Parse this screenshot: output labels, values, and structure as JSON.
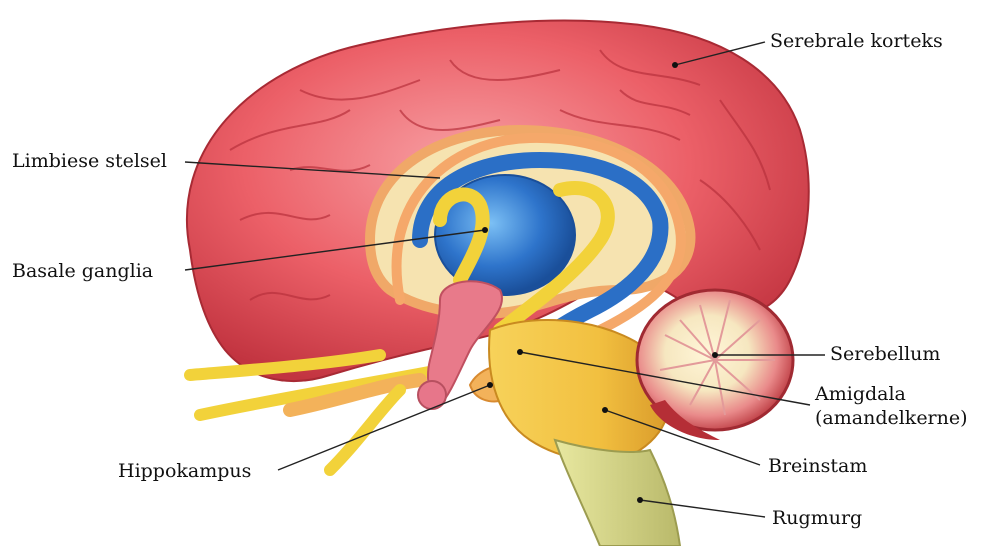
{
  "labels": {
    "cortex": "Serebrale korteks",
    "limbic": "Limbiese stelsel",
    "basal": "Basale ganglia",
    "cerebellum": "Serebellum",
    "amygdala_1": "Amigdala",
    "amygdala_2": "(amandelkerne)",
    "brainstem": "Breinstam",
    "hippocampus": "Hippokampus",
    "spinal": "Rugmurg"
  },
  "colors": {
    "cortex": "#e8505a",
    "cortex_light": "#f28a8f",
    "cortex_dark": "#b9303c",
    "limbic_outer": "#f5a86a",
    "cream": "#f7e8b8",
    "blue": "#2b6fc6",
    "blue_light": "#56a4ec",
    "yellow": "#f2d23a",
    "orange": "#f3b25a",
    "brainstem": "#f0c34a",
    "spinal": "#d9d98a",
    "pink": "#e87a8a",
    "leader": "#222222"
  }
}
